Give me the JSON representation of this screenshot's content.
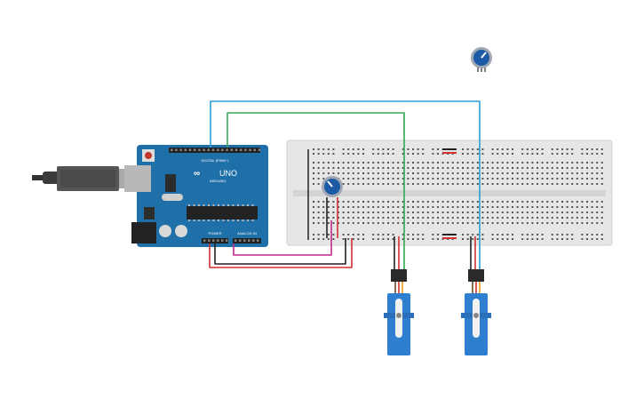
{
  "arduino": {
    "logo_text": "UNO",
    "brand_text": "ARDUINO",
    "digital_header_label": "DIGITAL (PWM~)",
    "power_label": "POWER",
    "analog_label": "ANALOG IN"
  },
  "colors": {
    "board": "#1f6fa8",
    "board_dark": "#175a8c",
    "breadboard": "#e6e6e6",
    "wire_blue": "#2a9fd6",
    "wire_green": "#33a852",
    "wire_red": "#d32f2f",
    "wire_black": "#222222",
    "wire_magenta": "#c2298f",
    "servo": "#2f7fd0",
    "knob": "#1c5aa6"
  },
  "components": {
    "usb_cable": "usb-cable",
    "potentiometer_a": "potentiometer-knob-icon",
    "potentiometer_b": "potentiometer-knob-icon",
    "servo_a": "servo-motor-icon",
    "servo_b": "servo-motor-icon"
  }
}
